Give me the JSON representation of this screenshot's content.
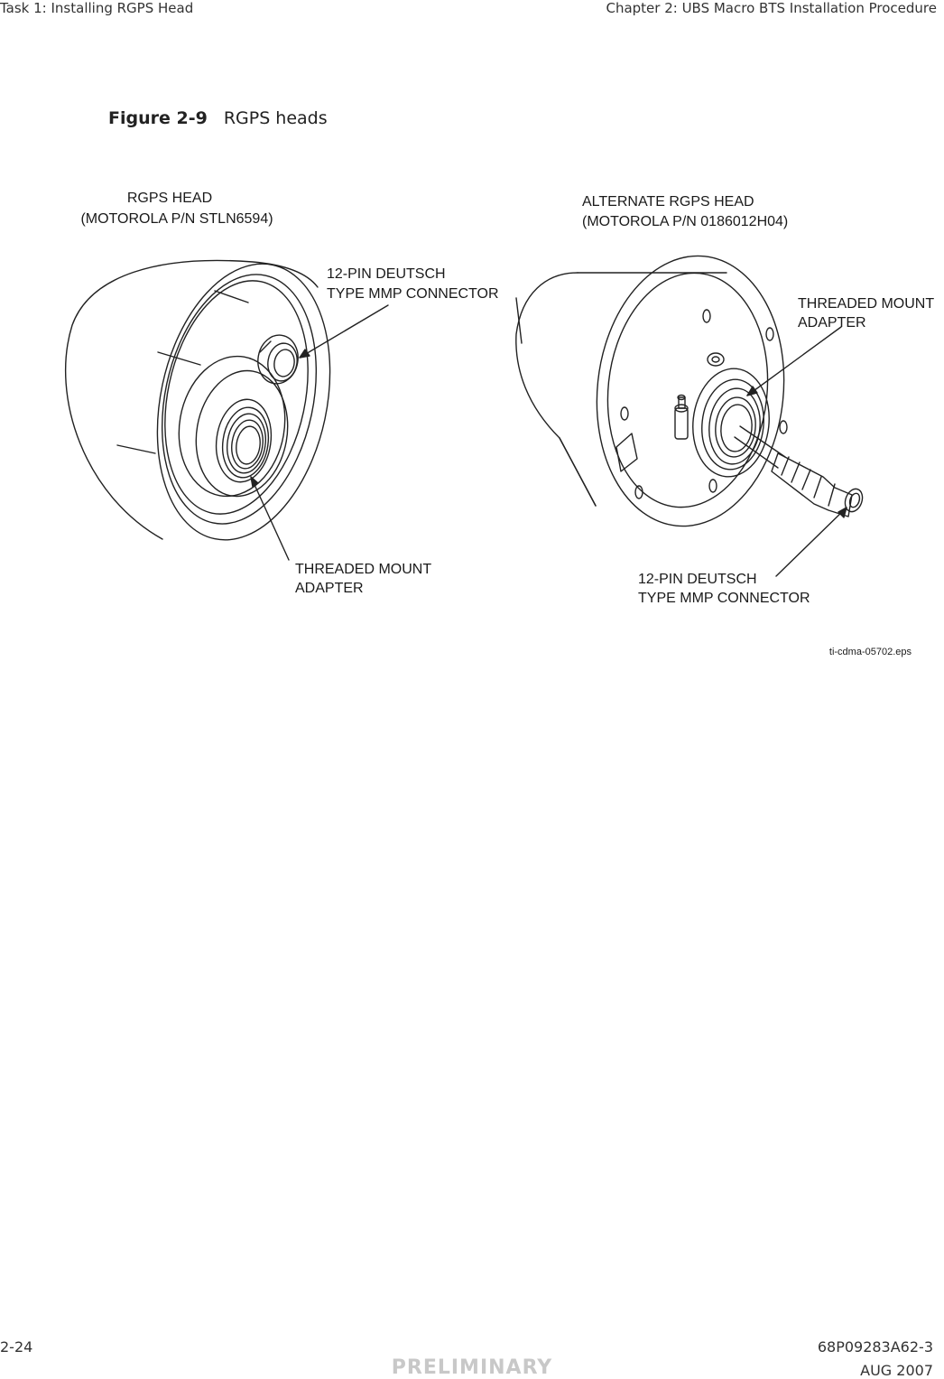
{
  "header": {
    "left": "Task 1: Installing RGPS Head",
    "right": "Chapter 2: UBS Macro BTS Installation Procedure"
  },
  "figure": {
    "number": "Figure 2-9",
    "title": "RGPS heads",
    "left_unit": {
      "title_line1": "RGPS HEAD",
      "title_line2": "(MOTOROLA P/N STLN6594)",
      "connector_line1": "12-PIN DEUTSCH",
      "connector_line2": "TYPE MMP CONNECTOR",
      "adapter_line1": "THREADED MOUNT",
      "adapter_line2": "ADAPTER"
    },
    "right_unit": {
      "title_line1": "ALTERNATE RGPS HEAD",
      "title_line2": "(MOTOROLA P/N 0186012H04)",
      "adapter_line1": "THREADED MOUNT",
      "adapter_line2": "ADAPTER",
      "connector_line1": "12-PIN DEUTSCH",
      "connector_line2": "TYPE MMP CONNECTOR"
    },
    "file_id": "ti-cdma-05702.eps"
  },
  "footer": {
    "page": "2-24",
    "doc_number": "68P09283A62-3",
    "date": "AUG 2007",
    "watermark": "PRELIMINARY"
  }
}
